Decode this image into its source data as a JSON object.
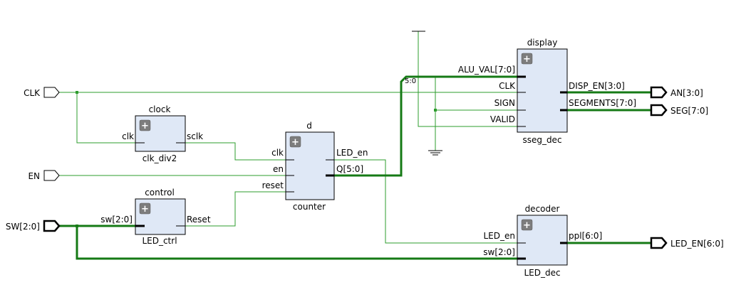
{
  "input_ports": {
    "clk": "CLK",
    "en": "EN",
    "sw": "SW[2:0]"
  },
  "output_ports": {
    "an": "AN[3:0]",
    "seg": "SEG[7:0]",
    "led_en": "LED_EN[6:0]"
  },
  "blocks": {
    "clock": {
      "instance": "clock",
      "module": "clk_div2",
      "pins": {
        "clk": "clk",
        "sclk": "sclk"
      }
    },
    "control": {
      "instance": "control",
      "module": "LED_ctrl",
      "pins": {
        "sw": "sw[2:0]",
        "reset": "Reset"
      }
    },
    "d": {
      "instance": "d",
      "module": "counter",
      "pins": {
        "clk": "clk",
        "en": "en",
        "reset": "reset",
        "led_en": "LED_en",
        "q": "Q[5:0]"
      }
    },
    "display": {
      "instance": "display",
      "module": "sseg_dec",
      "pins": {
        "alu_val": "ALU_VAL[7:0]",
        "clk": "CLK",
        "sign": "SIGN",
        "valid": "VALID",
        "disp_en": "DISP_EN[3:0]",
        "segments": "SEGMENTS[7:0]"
      }
    },
    "decoder": {
      "instance": "decoder",
      "module": "LED_dec",
      "pins": {
        "led_en": "LED_en",
        "sw": "sw[2:0]",
        "ppl": "ppl[6:0]"
      }
    }
  },
  "bus_slice_label": "5:0",
  "expand_glyph": "+"
}
